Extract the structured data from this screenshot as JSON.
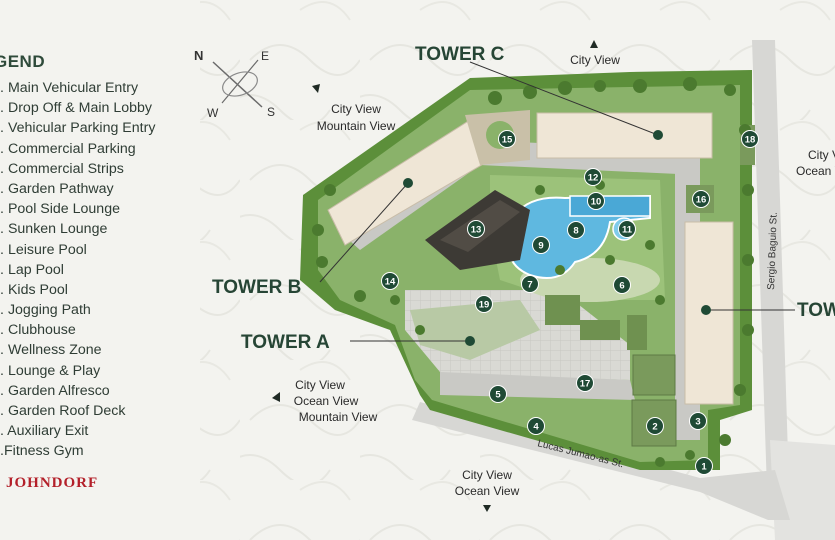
{
  "legend": {
    "title": "GEND",
    "items": [
      "Main Vehicular Entry",
      "Drop Off & Main Lobby",
      "Vehicular Parking Entry",
      "Commercial Parking",
      "Commercial Strips",
      "Garden Pathway",
      "Pool Side Lounge",
      "Sunken Lounge",
      "Leisure Pool",
      "Lap Pool",
      "Kids Pool",
      "Jogging Path",
      "Clubhouse",
      "Wellness Zone",
      "Lounge & Play",
      "Garden Alfresco",
      "Garden Roof Deck",
      "Auxiliary Exit",
      "Fitness Gym"
    ]
  },
  "brand": "JOHNDORF",
  "compass": {
    "n": "N",
    "e": "E",
    "s": "S",
    "w": "W"
  },
  "towers": {
    "a": "TOWER A",
    "b": "TOWER B",
    "c": "TOWER C",
    "d": "TOW"
  },
  "views": {
    "top": "City View",
    "left_1": "City View",
    "left_2": "Mountain View",
    "right_1": "City V",
    "right_2": "Ocean V",
    "lower_1": "City View",
    "lower_2": "Ocean View",
    "lower_3": "Mountain View",
    "bottom_1": "City View",
    "bottom_2": "Ocean View"
  },
  "streets": {
    "east": "Sergio Baguio St.",
    "south": "Lucas Jumao-as St."
  },
  "markers": [
    "1",
    "2",
    "3",
    "4",
    "5",
    "6",
    "7",
    "8",
    "9",
    "10",
    "11",
    "12",
    "13",
    "14",
    "15",
    "16",
    "17",
    "18",
    "19"
  ],
  "colors": {
    "background": "#f3f3ef",
    "marker": "#1f4a35",
    "grass": "#5c8f3a",
    "pool": "#5fb8e0",
    "building": "#efe6d6",
    "road": "#d6d6d6",
    "brand": "#b3202a"
  }
}
